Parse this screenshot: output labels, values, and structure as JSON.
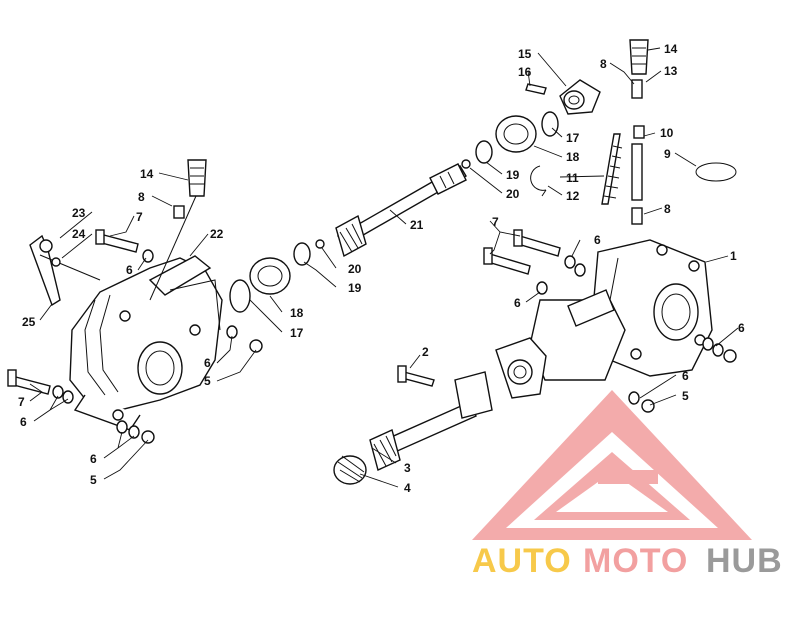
{
  "diagram": {
    "callouts": [
      {
        "id": "c1",
        "text": "1"
      },
      {
        "id": "c2",
        "text": "2"
      },
      {
        "id": "c3",
        "text": "3"
      },
      {
        "id": "c4",
        "text": "4"
      },
      {
        "id": "c5a",
        "text": "5"
      },
      {
        "id": "c5b",
        "text": "5"
      },
      {
        "id": "c5c",
        "text": "5"
      },
      {
        "id": "c6a",
        "text": "6"
      },
      {
        "id": "c6b",
        "text": "6"
      },
      {
        "id": "c6c",
        "text": "6"
      },
      {
        "id": "c6d",
        "text": "6"
      },
      {
        "id": "c6e",
        "text": "6"
      },
      {
        "id": "c6f",
        "text": "6"
      },
      {
        "id": "c6g",
        "text": "6"
      },
      {
        "id": "c6h",
        "text": "6"
      },
      {
        "id": "c7a",
        "text": "7"
      },
      {
        "id": "c7b",
        "text": "7"
      },
      {
        "id": "c7c",
        "text": "7"
      },
      {
        "id": "c8a",
        "text": "8"
      },
      {
        "id": "c8b",
        "text": "8"
      },
      {
        "id": "c8c",
        "text": "8"
      },
      {
        "id": "c9",
        "text": "9"
      },
      {
        "id": "c10",
        "text": "10"
      },
      {
        "id": "c11",
        "text": "11"
      },
      {
        "id": "c12",
        "text": "12"
      },
      {
        "id": "c13",
        "text": "13"
      },
      {
        "id": "c14a",
        "text": "14"
      },
      {
        "id": "c14b",
        "text": "14"
      },
      {
        "id": "c15",
        "text": "15"
      },
      {
        "id": "c16",
        "text": "16"
      },
      {
        "id": "c17a",
        "text": "17"
      },
      {
        "id": "c17b",
        "text": "17"
      },
      {
        "id": "c18a",
        "text": "18"
      },
      {
        "id": "c18b",
        "text": "18"
      },
      {
        "id": "c19a",
        "text": "19"
      },
      {
        "id": "c19b",
        "text": "19"
      },
      {
        "id": "c20a",
        "text": "20"
      },
      {
        "id": "c20b",
        "text": "20"
      },
      {
        "id": "c21",
        "text": "21"
      },
      {
        "id": "c22",
        "text": "22"
      },
      {
        "id": "c23",
        "text": "23"
      },
      {
        "id": "c24",
        "text": "24"
      },
      {
        "id": "c25",
        "text": "25"
      }
    ]
  },
  "watermark": {
    "part1": "AUTO",
    "part2": "MOTO",
    "part3": "HUB",
    "colors": {
      "part1": "#f7c94a",
      "part2": "#f2a0a0",
      "part3": "#9a9a9a",
      "logo": "#ef8f8f"
    }
  }
}
